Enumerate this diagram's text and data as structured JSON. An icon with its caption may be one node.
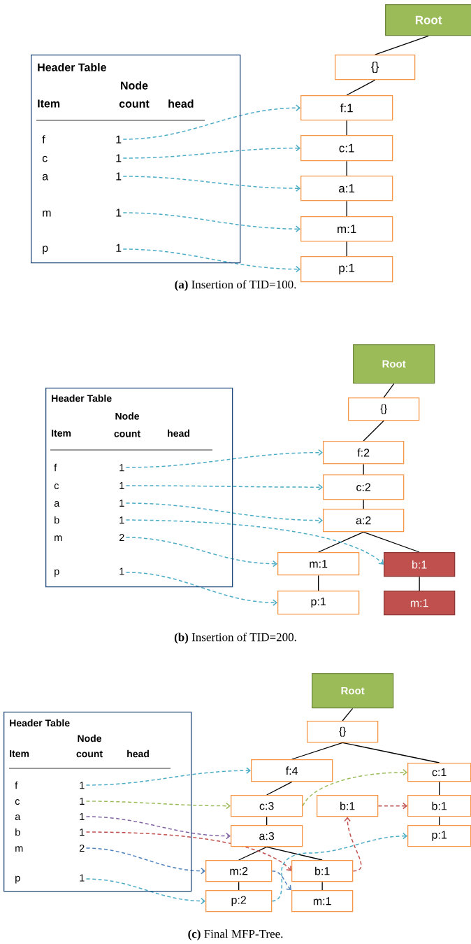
{
  "diagram": {
    "nodes": [
      {
        "text": [
          "Header Table",
          "Item",
          "Node count",
          "head"
        ]
      },
      {
        "text": [
          "f",
          "1"
        ],
        "in": 0
      },
      {
        "text": [
          "c",
          "1"
        ],
        "in": 0
      },
      {
        "text": [
          "a",
          "1"
        ],
        "in": 0
      },
      {
        "text": [
          "m",
          "1"
        ],
        "in": 0
      },
      {
        "text": [
          "p",
          "1"
        ],
        "in": 0
      },
      {
        "text": [
          "Root"
        ]
      },
      {
        "text": [
          "{}"
        ]
      },
      {
        "text": [
          "f:1"
        ]
      },
      {
        "text": [
          "c:1"
        ]
      },
      {
        "text": [
          "a:1"
        ]
      },
      {
        "text": [
          "m:1"
        ]
      },
      {
        "text": [
          "p:1"
        ]
      },
      {
        "text": [
          "Header Table",
          "Item",
          "Node count",
          "head"
        ]
      },
      {
        "text": [
          "f",
          "1"
        ],
        "in": 13
      },
      {
        "text": [
          "c",
          "1"
        ],
        "in": 13
      },
      {
        "text": [
          "a",
          "1"
        ],
        "in": 13
      },
      {
        "text": [
          "b",
          "1"
        ],
        "in": 13
      },
      {
        "text": [
          "m",
          "2"
        ],
        "in": 13
      },
      {
        "text": [
          "p",
          "1"
        ],
        "in": 13
      },
      {
        "text": [
          "Root"
        ]
      },
      {
        "text": [
          "{}"
        ]
      },
      {
        "text": [
          "f:2"
        ]
      },
      {
        "text": [
          "c:2"
        ]
      },
      {
        "text": [
          "a:2"
        ]
      },
      {
        "text": [
          "m:1"
        ]
      },
      {
        "text": [
          "b:1"
        ]
      },
      {
        "text": [
          "p:1"
        ]
      },
      {
        "text": [
          "m:1"
        ]
      },
      {
        "text": [
          "Header Table",
          "Item",
          "Node count",
          "head"
        ]
      },
      {
        "text": [
          "f",
          "1"
        ],
        "in": 29
      },
      {
        "text": [
          "c",
          "1"
        ],
        "in": 29
      },
      {
        "text": [
          "a",
          "1"
        ],
        "in": 29
      },
      {
        "text": [
          "b",
          "1"
        ],
        "in": 29
      },
      {
        "text": [
          "m",
          "2"
        ],
        "in": 29
      },
      {
        "text": [
          "p",
          "1"
        ],
        "in": 29
      },
      {
        "text": [
          "Root"
        ]
      },
      {
        "text": [
          "{}"
        ]
      },
      {
        "text": [
          "f:4"
        ]
      },
      {
        "text": [
          "c:1"
        ]
      },
      {
        "text": [
          "c:3"
        ]
      },
      {
        "text": [
          "b:1"
        ]
      },
      {
        "text": [
          "b:1"
        ]
      },
      {
        "text": [
          "a:3"
        ]
      },
      {
        "text": [
          "p:1"
        ]
      },
      {
        "text": [
          "m:2"
        ]
      },
      {
        "text": [
          "b:1"
        ]
      },
      {
        "text": [
          "p:2"
        ]
      },
      {
        "text": [
          "m:1"
        ]
      }
    ],
    "edges": [
      {
        "from": 6,
        "to": 7,
        "arrow": "none"
      },
      {
        "from": 7,
        "to": 8,
        "arrow": "none"
      },
      {
        "from": 8,
        "to": 9,
        "arrow": "none"
      },
      {
        "from": 9,
        "to": 10,
        "arrow": "none"
      },
      {
        "from": 10,
        "to": 11,
        "arrow": "none"
      },
      {
        "from": 11,
        "to": 12,
        "arrow": "none"
      },
      {
        "from": 1,
        "to": 8,
        "arrow": "to",
        "style": "dashed",
        "color": "#4bacc6"
      },
      {
        "from": 2,
        "to": 9,
        "arrow": "to",
        "style": "dashed",
        "color": "#4bacc6"
      },
      {
        "from": 3,
        "to": 10,
        "arrow": "to",
        "style": "dashed",
        "color": "#4bacc6"
      },
      {
        "from": 4,
        "to": 11,
        "arrow": "to",
        "style": "dashed",
        "color": "#4bacc6"
      },
      {
        "from": 5,
        "to": 12,
        "arrow": "to",
        "style": "dashed",
        "color": "#4bacc6"
      },
      {
        "from": 20,
        "to": 21,
        "arrow": "none"
      },
      {
        "from": 21,
        "to": 22,
        "arrow": "none"
      },
      {
        "from": 22,
        "to": 23,
        "arrow": "none"
      },
      {
        "from": 23,
        "to": 24,
        "arrow": "none"
      },
      {
        "from": 24,
        "to": 25,
        "arrow": "none"
      },
      {
        "from": 24,
        "to": 26,
        "arrow": "none"
      },
      {
        "from": 25,
        "to": 27,
        "arrow": "none"
      },
      {
        "from": 26,
        "to": 28,
        "arrow": "none"
      },
      {
        "from": 14,
        "to": 22,
        "arrow": "to",
        "style": "dashed",
        "color": "#4bacc6"
      },
      {
        "from": 15,
        "to": 23,
        "arrow": "to",
        "style": "dashed",
        "color": "#4bacc6"
      },
      {
        "from": 16,
        "to": 24,
        "arrow": "to",
        "style": "dashed",
        "color": "#4bacc6"
      },
      {
        "from": 17,
        "to": 26,
        "arrow": "to",
        "style": "dashed",
        "color": "#4bacc6"
      },
      {
        "from": 18,
        "to": 25,
        "arrow": "to",
        "style": "dashed",
        "color": "#4bacc6"
      },
      {
        "from": 19,
        "to": 27,
        "arrow": "to",
        "style": "dashed",
        "color": "#4bacc6"
      },
      {
        "from": 36,
        "to": 37,
        "arrow": "none"
      },
      {
        "from": 37,
        "to": 38,
        "arrow": "none"
      },
      {
        "from": 37,
        "to": 39,
        "arrow": "none"
      },
      {
        "from": 38,
        "to": 40,
        "arrow": "none"
      },
      {
        "from": 40,
        "to": 43,
        "arrow": "none"
      },
      {
        "from": 43,
        "to": 45,
        "arrow": "none"
      },
      {
        "from": 43,
        "to": 46,
        "arrow": "none"
      },
      {
        "from": 45,
        "to": 47,
        "arrow": "none"
      },
      {
        "from": 46,
        "to": 48,
        "arrow": "none"
      },
      {
        "from": 39,
        "to": 42,
        "arrow": "none"
      },
      {
        "from": 42,
        "to": 44,
        "arrow": "none"
      },
      {
        "from": 30,
        "to": 38,
        "arrow": "to",
        "style": "dashed",
        "color": "#4bacc6"
      },
      {
        "from": 31,
        "to": 40,
        "arrow": "to",
        "style": "dashed",
        "color": "#9bbb59"
      },
      {
        "from": 40,
        "to": 39,
        "arrow": "to",
        "style": "dashed",
        "color": "#9bbb59"
      },
      {
        "from": 32,
        "to": 43,
        "arrow": "to",
        "style": "dashed",
        "color": "#8064a2"
      },
      {
        "from": 33,
        "to": 46,
        "arrow": "to",
        "style": "dashed",
        "color": "#c0504d"
      },
      {
        "from": 46,
        "to": 41,
        "arrow": "to",
        "style": "dashed",
        "color": "#c0504d"
      },
      {
        "from": 41,
        "to": 42,
        "arrow": "to",
        "style": "dashed",
        "color": "#c0504d"
      },
      {
        "from": 34,
        "to": 45,
        "arrow": "to",
        "style": "dashed",
        "color": "#4f81bd"
      },
      {
        "from": 45,
        "to": 48,
        "arrow": "to",
        "style": "dashed",
        "color": "#4f81bd"
      },
      {
        "from": 35,
        "to": 47,
        "arrow": "to",
        "style": "dashed",
        "color": "#4bacc6"
      },
      {
        "from": 47,
        "to": 44,
        "arrow": "to",
        "style": "dashed",
        "color": "#4bacc6"
      }
    ],
    "labels": [
      "**(a)** Insertion of TID=100.",
      "**(b)** Insertion of TID=200.",
      "**(c)** Final MFP-Tree."
    ]
  }
}
